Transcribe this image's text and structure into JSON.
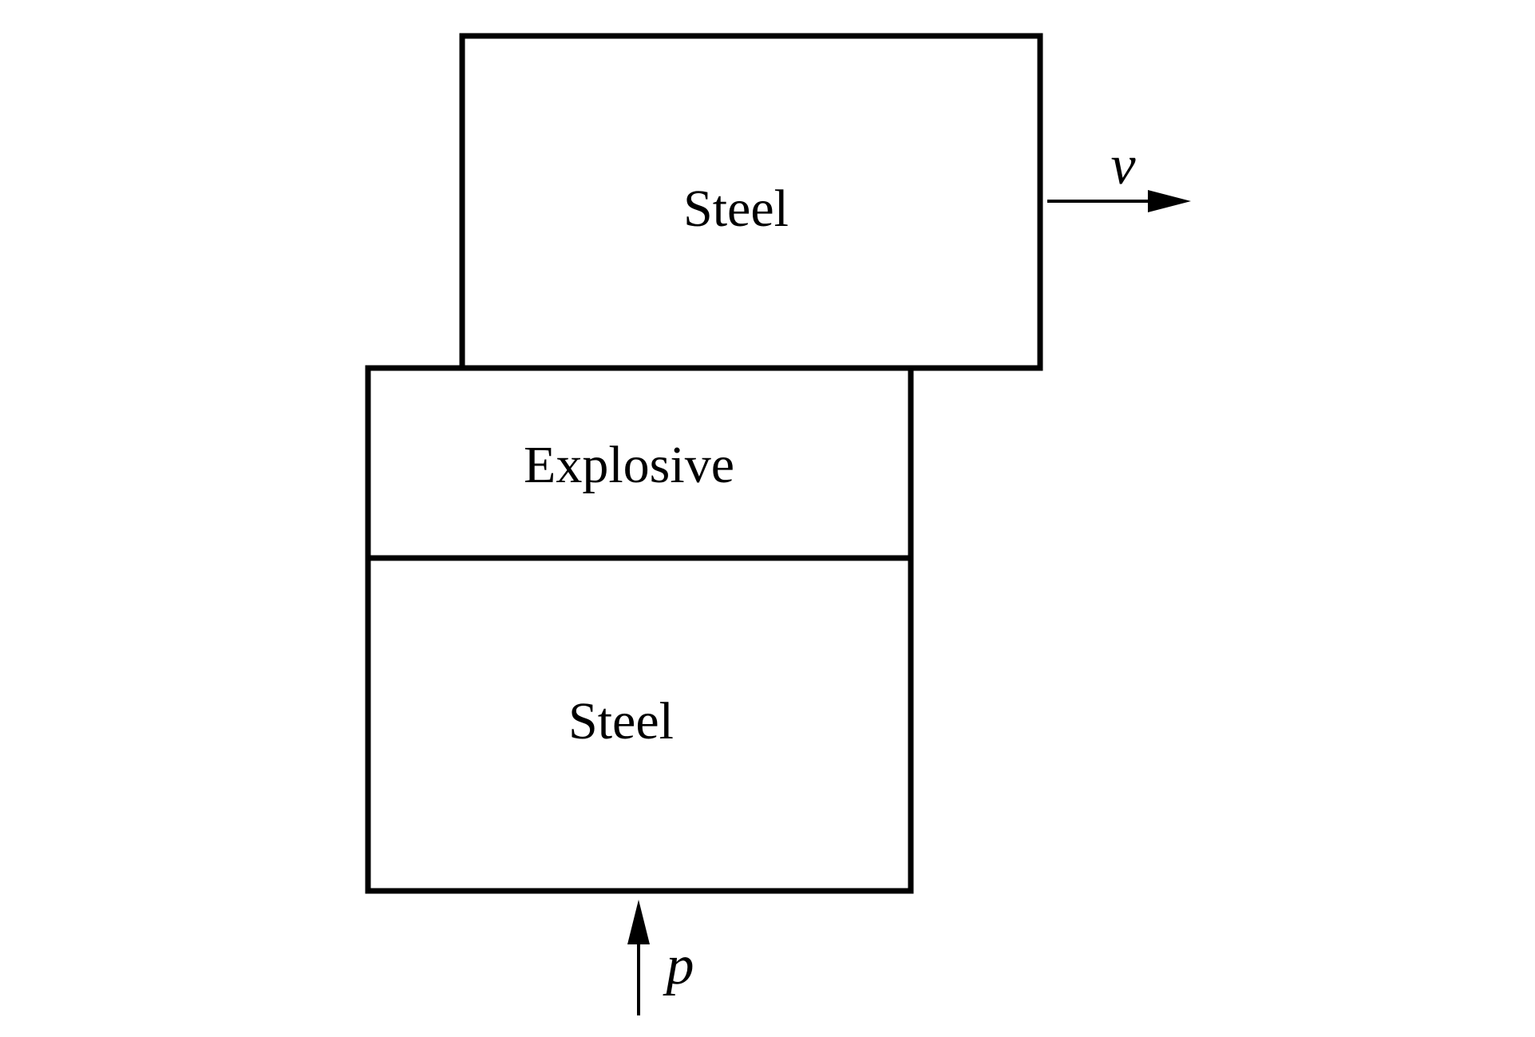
{
  "diagram": {
    "top_block": {
      "label": "Steel"
    },
    "explosive_layer": {
      "label": "Explosive"
    },
    "bottom_block": {
      "label": "Steel"
    },
    "velocity_arrow": {
      "symbol": "v"
    },
    "pressure_arrow": {
      "symbol": "p"
    }
  },
  "colors": {
    "stroke": "#000000",
    "background": "#ffffff"
  }
}
